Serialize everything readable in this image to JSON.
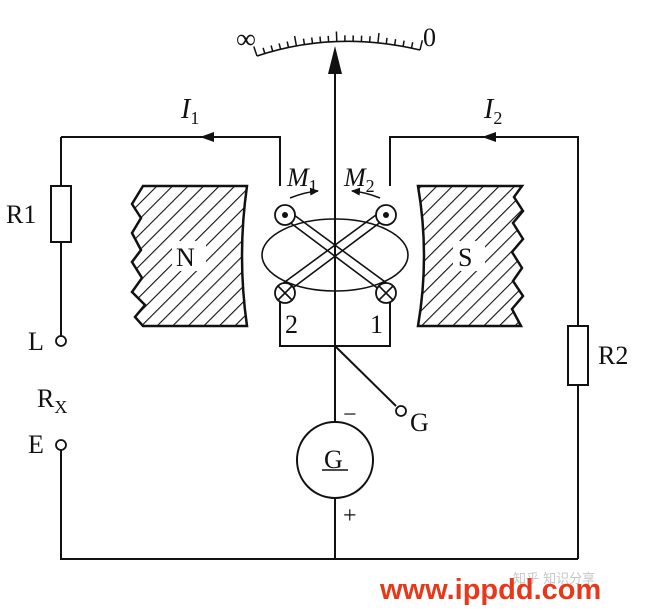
{
  "diagram": {
    "scale": {
      "infinity_mark": "∞",
      "zero_mark": "0"
    },
    "currents": {
      "i1": {
        "symbol": "I",
        "subscript": "1"
      },
      "i2": {
        "symbol": "I",
        "subscript": "2"
      }
    },
    "moments": {
      "m1": {
        "symbol": "M",
        "subscript": "1"
      },
      "m2": {
        "symbol": "M",
        "subscript": "2"
      }
    },
    "resistors": {
      "r1": "R1",
      "r2": "R2"
    },
    "magnets": {
      "north": "N",
      "south": "S"
    },
    "coils": {
      "coil_2": "2",
      "coil_1": "1"
    },
    "terminals": {
      "line": "L",
      "earth": "E",
      "guard": "G",
      "rx": {
        "symbol": "R",
        "subscript": "X"
      }
    },
    "generator": {
      "label": "G",
      "minus": "−",
      "plus": "+"
    }
  },
  "watermark": {
    "text": "www.ippdd.com",
    "cn_text": "知乎 知识分享"
  }
}
